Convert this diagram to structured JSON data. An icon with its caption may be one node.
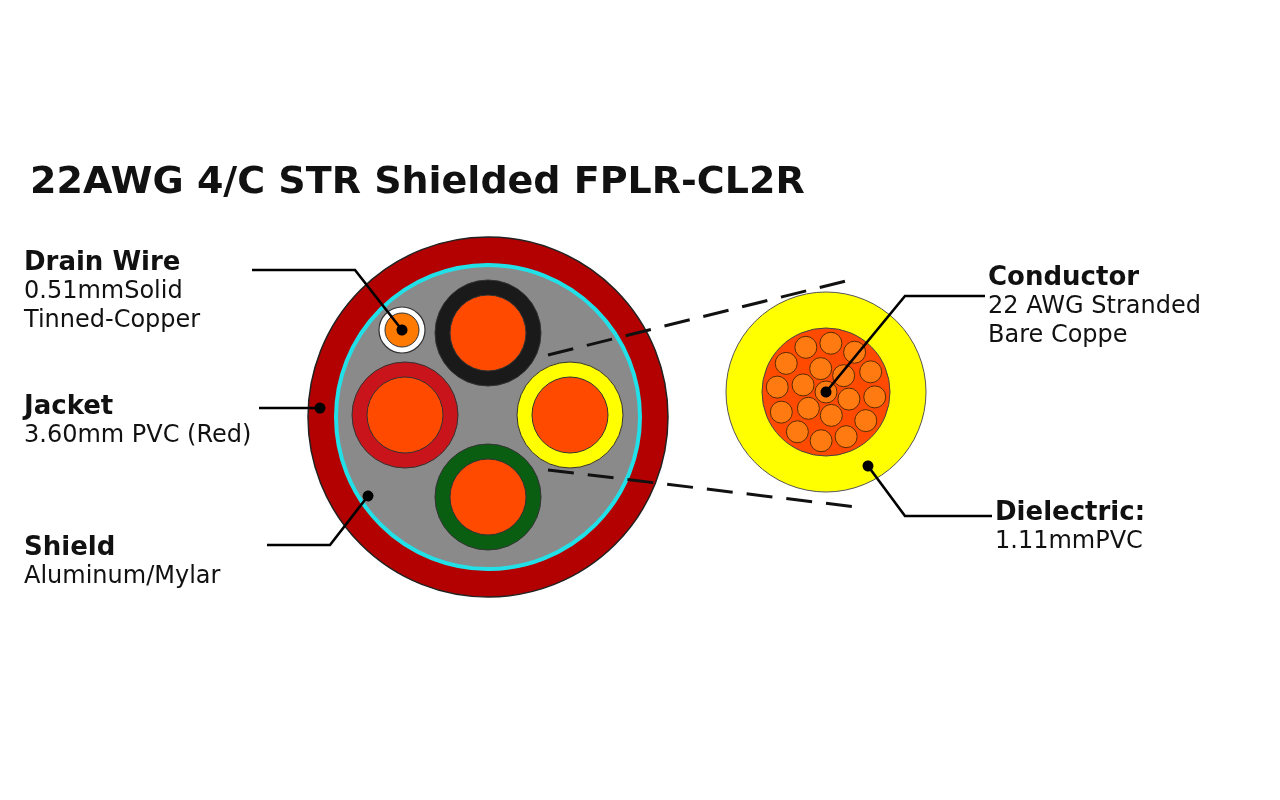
{
  "diagram": {
    "title": "22AWG 4/C STR Shielded FPLR-CL2R",
    "nodes": [
      {
        "text": [
          "Drain Wire",
          "0.51mmSolid Tinned-Copper"
        ]
      },
      {
        "text": [
          "Jacket",
          "3.60mm PVC (Red)"
        ]
      },
      {
        "text": [
          "Shield",
          "Aluminum/Mylar"
        ]
      },
      {
        "text": [
          "Conductor",
          "22 AWG Stranded Bare Coppe"
        ]
      },
      {
        "text": [
          "Dielectric:",
          "1.11mmPVC"
        ]
      }
    ],
    "edges": [
      {
        "from": 0,
        "to": null,
        "arrow": "other"
      },
      {
        "from": 1,
        "to": null,
        "arrow": "other"
      },
      {
        "from": 2,
        "to": null,
        "arrow": "other"
      },
      {
        "from": 3,
        "to": null,
        "arrow": "other"
      },
      {
        "from": 4,
        "to": null,
        "arrow": "other"
      }
    ]
  }
}
